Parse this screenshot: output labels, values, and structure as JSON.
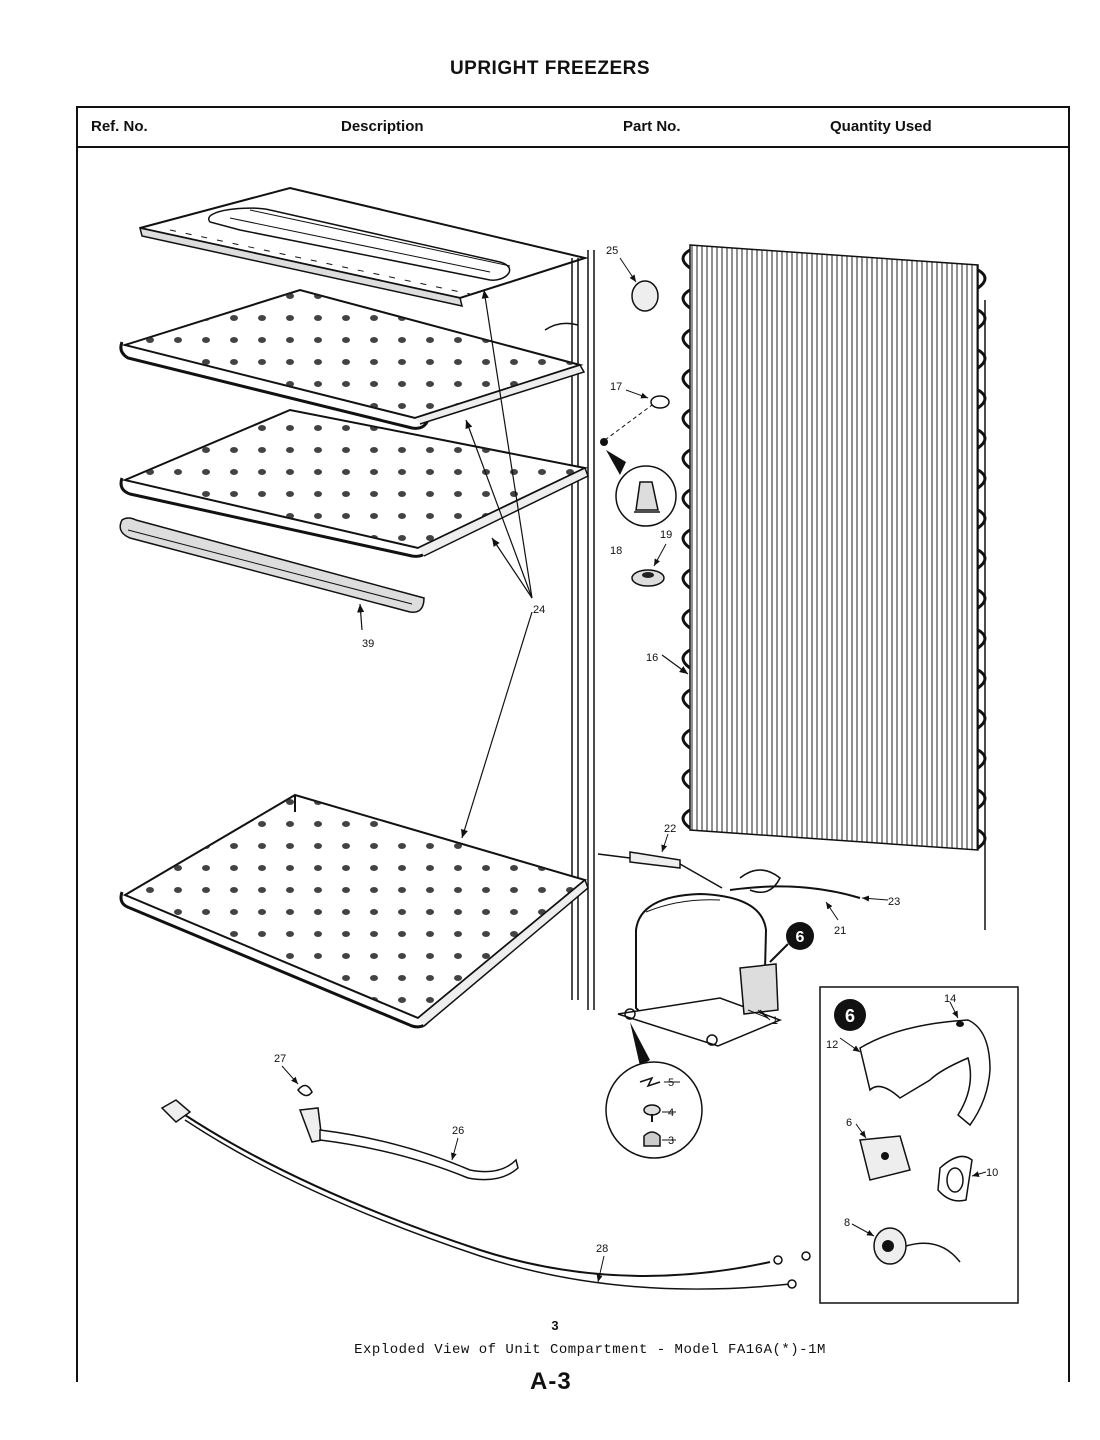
{
  "document": {
    "title": "UPRIGHT FREEZERS",
    "columns": {
      "ref_no": "Ref. No.",
      "description": "Description",
      "part_no": "Part No.",
      "quantity_used": "Quantity Used"
    },
    "figure_number": "3",
    "caption": "Exploded View of Unit Compartment - Model FA16A(*)-1M",
    "page_code": "A-3"
  },
  "diagram": {
    "detail_badge": "6",
    "callouts": {
      "c1": "1",
      "c3": "3",
      "c4": "4",
      "c5": "5",
      "c6": "6",
      "c8": "8",
      "c10": "10",
      "c12": "12",
      "c14": "14",
      "c16": "16",
      "c17": "17",
      "c18": "18",
      "c19": "19",
      "c21": "21",
      "c22": "22",
      "c23": "23",
      "c24": "24",
      "c25": "25",
      "c26": "26",
      "c27": "27",
      "c28": "28",
      "c39": "39"
    }
  }
}
